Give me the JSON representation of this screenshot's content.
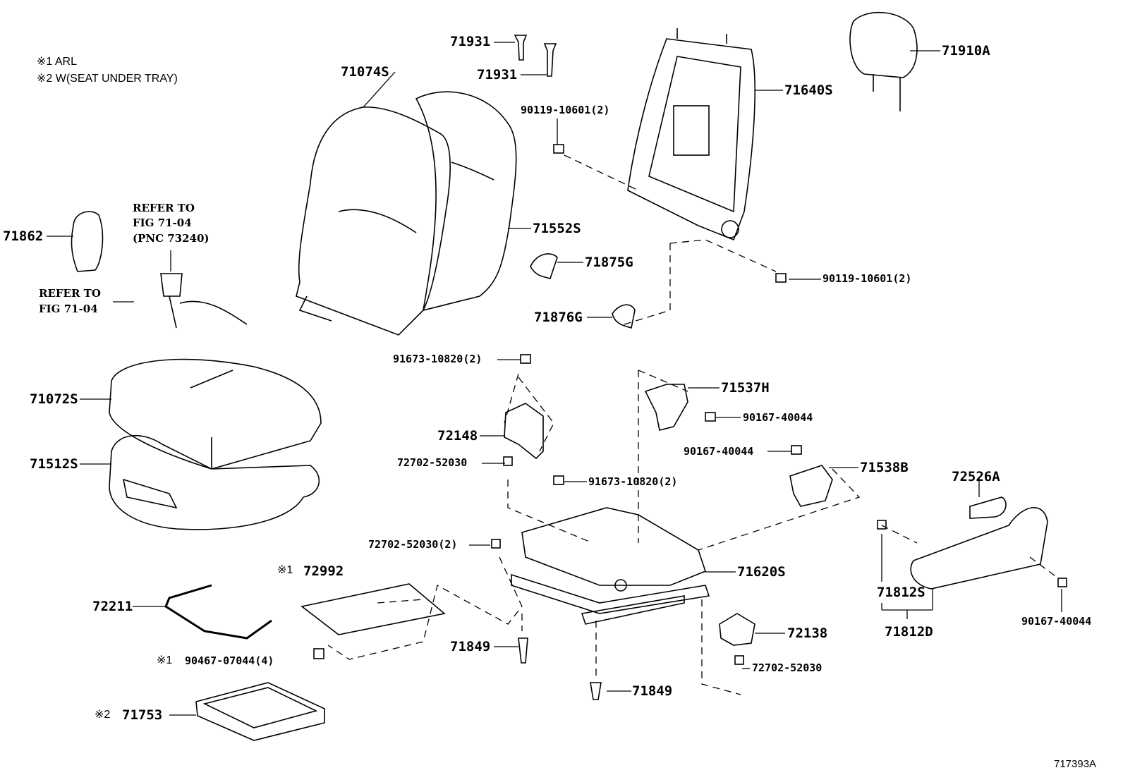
{
  "notes": [
    "※1 ARL",
    "※2 W(SEAT UNDER TRAY)"
  ],
  "marks": {
    "m1": "※1",
    "m2": "※2"
  },
  "refer_seatbelt": [
    "REFER TO",
    "FIG 71-04",
    "(PNC 73240)"
  ],
  "refer_bolt": [
    "REFER TO",
    "FIG 71-04"
  ],
  "parts": {
    "p71074S": "71074S",
    "p71931a": "71931",
    "p71931b": "71931",
    "p71910A": "71910A",
    "p71640S": "71640S",
    "p90119a": "90119-10601(2)",
    "p71552S": "71552S",
    "p71862": "71862",
    "p71875G": "71875G",
    "p90119b": "90119-10601(2)",
    "p71876G": "71876G",
    "p91673a": "91673-10820(2)",
    "p71072S": "71072S",
    "p71537H": "71537H",
    "p90167a": "90167-40044",
    "p72148": "72148",
    "p90167b": "90167-40044",
    "p72702a": "72702-52030",
    "p71512S": "71512S",
    "p71538B": "71538B",
    "p91673b": "91673-10820(2)",
    "p72526A": "72526A",
    "p72702b": "72702-52030(2)",
    "p71620S": "71620S",
    "p72992": "72992",
    "p71812S": "71812S",
    "p72211": "72211",
    "p71812D": "71812D",
    "p90167c": "90167-40044",
    "p72138": "72138",
    "p71849a": "71849",
    "p90467": "90467-07044(4)",
    "p72702c": "72702-52030",
    "p71849b": "71849",
    "p71753": "71753"
  },
  "figure_id": "717393A"
}
